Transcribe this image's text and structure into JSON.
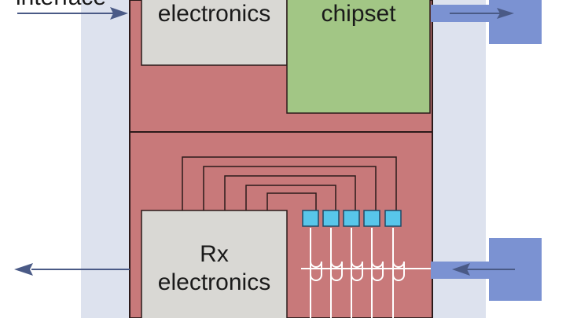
{
  "labels": {
    "interface_partial": "interface",
    "tx_electronics_partial": "electronics",
    "chipset": "chipset",
    "rx_line1": "Rx",
    "rx_line2": "electronics"
  },
  "colors": {
    "panel_outer": "#dde2ee",
    "module_body": "#c8797a",
    "module_border": "#2b1a1a",
    "electronics_box": "#d9d8d4",
    "chipset_box": "#a2c685",
    "port_block": "#7b92d2",
    "arrow": "#4a5a86",
    "cyan_pad": "#58c6ea",
    "trace": "#2b1a1a",
    "fiber": "#ffffff"
  },
  "icons": {
    "arrow_in_top_left": "arrow-right-icon",
    "arrow_out_top_right": "arrow-right-icon",
    "arrow_out_bottom_left": "arrow-left-icon",
    "arrow_in_bottom_right": "arrow-left-icon"
  }
}
